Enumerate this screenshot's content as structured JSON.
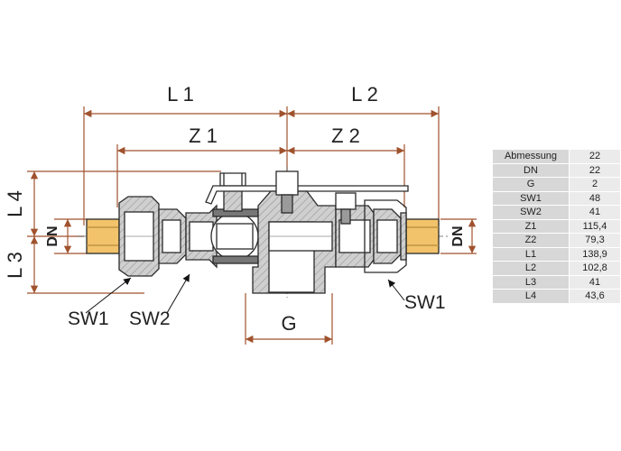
{
  "labels": {
    "L1": "L 1",
    "L2": "L 2",
    "Z1": "Z 1",
    "Z2": "Z 2",
    "L3": "L 3",
    "L4": "L 4",
    "DN": "DN",
    "G": "G",
    "SW1": "SW1",
    "SW2": "SW2"
  },
  "colors": {
    "dimension": "#a0522d",
    "outline": "#2a2a2a",
    "section_fill": "#cfcfcf",
    "pipe_fill": "#f2c36b"
  },
  "table": {
    "rows": [
      {
        "key": "Abmessung",
        "value": "22"
      },
      {
        "key": "DN",
        "value": "22"
      },
      {
        "key": "G",
        "value": "2"
      },
      {
        "key": "SW1",
        "value": "48"
      },
      {
        "key": "SW2",
        "value": "41"
      },
      {
        "key": "Z1",
        "value": "115,4"
      },
      {
        "key": "Z2",
        "value": "79,3"
      },
      {
        "key": "L1",
        "value": "138,9"
      },
      {
        "key": "L2",
        "value": "102,8"
      },
      {
        "key": "L3",
        "value": "41"
      },
      {
        "key": "L4",
        "value": "43,6"
      }
    ]
  }
}
